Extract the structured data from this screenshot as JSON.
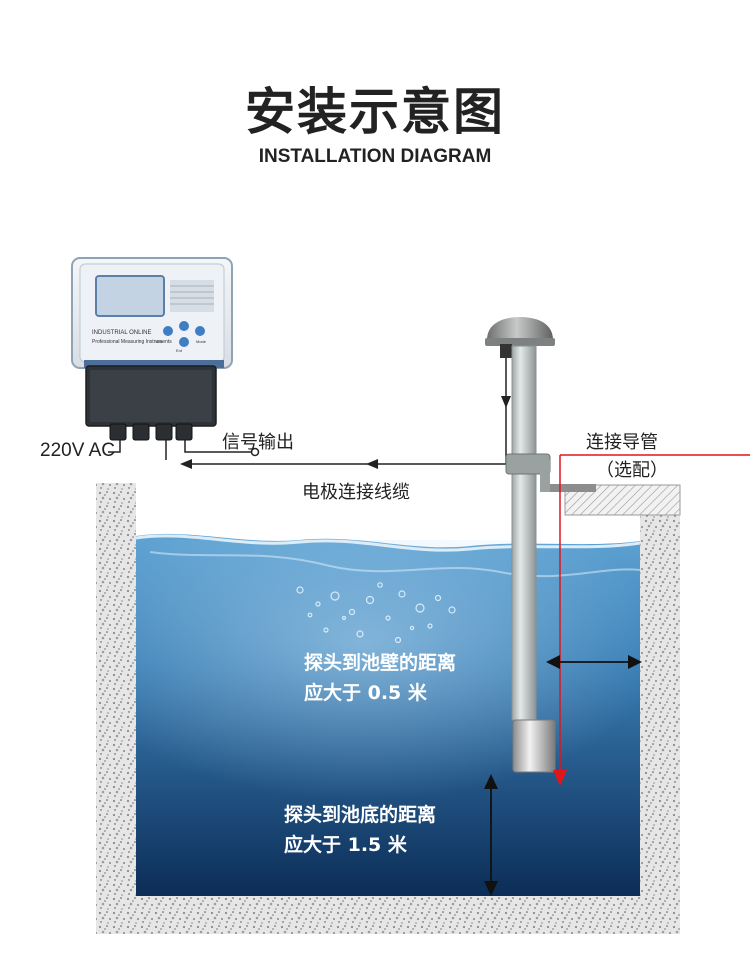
{
  "header": {
    "title": "安装示意图",
    "subtitle": "INSTALLATION DIAGRAM"
  },
  "controller": {
    "brand_line1": "INDUSTRIAL ONLINE",
    "brand_line2": "Professional Measuring Instruments",
    "button_labels": [
      "Esc",
      "Ent",
      "Mode"
    ]
  },
  "labels": {
    "power": "220V AC",
    "signal_output": "信号输出",
    "electrode_cable": "电极连接线缆",
    "conduit_line1": "连接导管",
    "conduit_line2": "（选配）",
    "wall_distance_line1": "探头到池壁的距离",
    "wall_distance_line2": "应大于 0.5 米",
    "bottom_distance_line1": "探头到池底的距离",
    "bottom_distance_line2": "应大于 1.5 米"
  },
  "colors": {
    "water_top": "#4f93c6",
    "water_bottom": "#0d2f5a",
    "guide_red": "#e0161b",
    "pipe": "#c9cfcf",
    "concrete": "#d9d9d9"
  }
}
